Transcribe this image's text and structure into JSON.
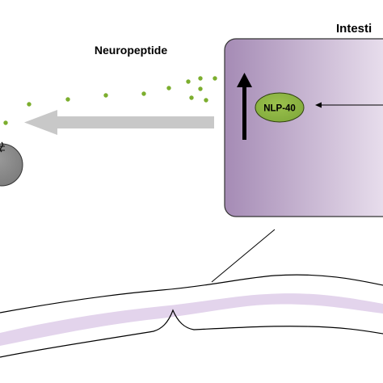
{
  "labels": {
    "secretion_label": "Neuropeptide",
    "tissue_label": "Intesti",
    "protein_label": "NLP-40"
  },
  "colors": {
    "tissue_gradient_left": "#a58bb5",
    "tissue_gradient_right": "#ece3f0",
    "tissue_border": "#333333",
    "protein_fill": "#7fa83a",
    "protein_fill_light": "#9cc24e",
    "droplet": "#7cae2e",
    "flow_arrow": "#c8c8c8",
    "cell_body": "#7a7a7a",
    "worm_intestine_stripe": "#e3d4ec"
  },
  "icons": {
    "up_regulation": "upward-arrow-icon",
    "signal_input": "leftward-arrow-icon",
    "release": "large-gray-arrow-icon",
    "neuron": "neuron-cell-icon"
  }
}
